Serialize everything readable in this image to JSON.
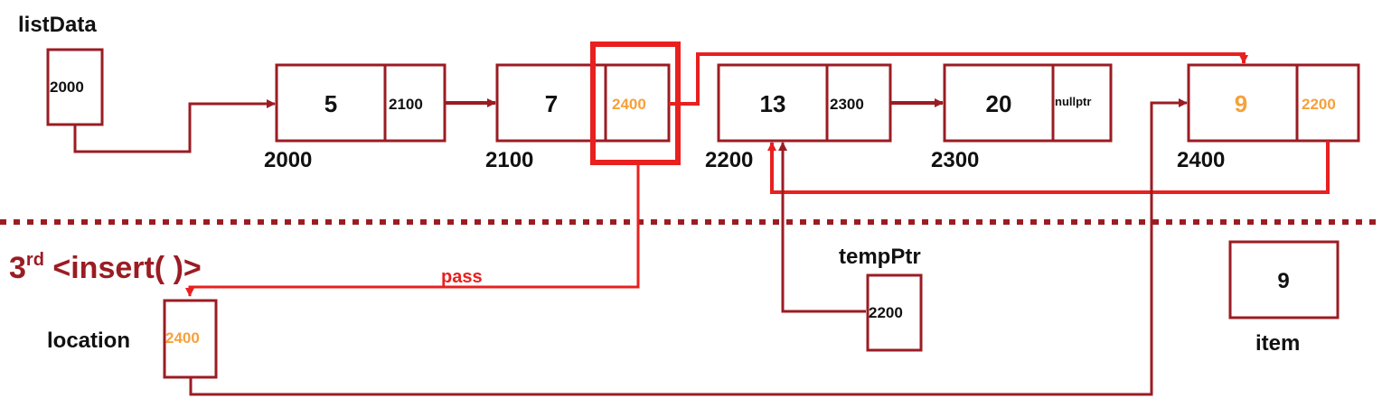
{
  "labels": {
    "list_data": "listData",
    "temp_ptr": "tempPtr",
    "location": "location",
    "item": "item",
    "pass": "pass",
    "section_ordinal": "3",
    "section_ordinal_suffix": "rd",
    "section_title": " <insert( )>"
  },
  "list_data_box": {
    "value": "2000"
  },
  "nodes": [
    {
      "info": "5",
      "next": "2100",
      "address": "2000"
    },
    {
      "info": "7",
      "next": "2400",
      "address": "2100"
    },
    {
      "info": "13",
      "next": "2300",
      "address": "2200"
    },
    {
      "info": "20",
      "next": "nullptr",
      "address": "2300"
    },
    {
      "info": "9",
      "next": "2200",
      "address": "2400"
    }
  ],
  "temp_ptr_box": {
    "value": "2200"
  },
  "location_box": {
    "value": "2400"
  },
  "item_box": {
    "value": "9"
  },
  "colors": {
    "box_border": "#9b1c23",
    "link_arrow": "#9b1c23",
    "new_link": "#e8201f",
    "highlight_value": "#f6a13a",
    "section_title": "#9b1c23",
    "pass_text": "#e8201f"
  }
}
